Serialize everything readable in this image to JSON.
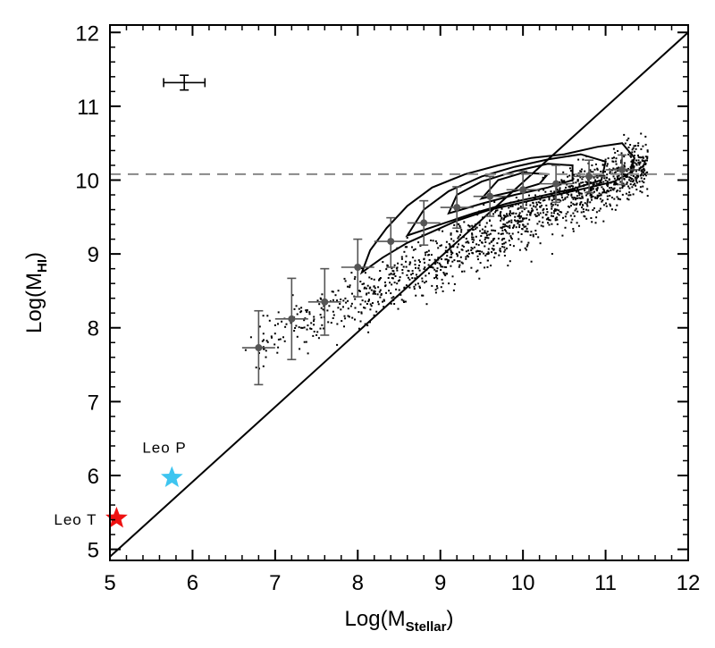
{
  "chart_data": {
    "type": "scatter",
    "xlabel": {
      "main": "Log(M",
      "sub": "Stellar",
      "close": ")"
    },
    "ylabel": {
      "main": "Log(M",
      "sub": "HI",
      "close": ")"
    },
    "xlim": [
      5,
      12
    ],
    "ylim": [
      4.85,
      12.1
    ],
    "xticks": [
      5,
      6,
      7,
      8,
      9,
      10,
      11,
      12
    ],
    "yticks": [
      5,
      6,
      7,
      8,
      9,
      10,
      11,
      12
    ],
    "grid": false,
    "one_to_one_line": {
      "from": [
        5,
        4.9
      ],
      "to": [
        12,
        12.0
      ]
    },
    "hline_dashed": {
      "y": 10.08,
      "color": "#888888"
    },
    "binned_means": [
      {
        "x": 6.8,
        "y": 7.73,
        "xerr": 0.2,
        "yerr_lo": 0.5,
        "yerr_hi": 0.5
      },
      {
        "x": 7.2,
        "y": 8.12,
        "xerr": 0.2,
        "yerr_lo": 0.55,
        "yerr_hi": 0.55
      },
      {
        "x": 7.6,
        "y": 8.35,
        "xerr": 0.2,
        "yerr_lo": 0.45,
        "yerr_hi": 0.45
      },
      {
        "x": 8.0,
        "y": 8.82,
        "xerr": 0.2,
        "yerr_lo": 0.4,
        "yerr_hi": 0.38
      },
      {
        "x": 8.4,
        "y": 9.17,
        "xerr": 0.2,
        "yerr_lo": 0.35,
        "yerr_hi": 0.32
      },
      {
        "x": 8.8,
        "y": 9.42,
        "xerr": 0.2,
        "yerr_lo": 0.3,
        "yerr_hi": 0.3
      },
      {
        "x": 9.2,
        "y": 9.63,
        "xerr": 0.2,
        "yerr_lo": 0.28,
        "yerr_hi": 0.28
      },
      {
        "x": 9.6,
        "y": 9.78,
        "xerr": 0.2,
        "yerr_lo": 0.27,
        "yerr_hi": 0.27
      },
      {
        "x": 10.0,
        "y": 9.87,
        "xerr": 0.2,
        "yerr_lo": 0.25,
        "yerr_hi": 0.25
      },
      {
        "x": 10.4,
        "y": 9.95,
        "xerr": 0.2,
        "yerr_lo": 0.25,
        "yerr_hi": 0.25
      },
      {
        "x": 10.8,
        "y": 10.05,
        "xerr": 0.2,
        "yerr_lo": 0.22,
        "yerr_hi": 0.22
      },
      {
        "x": 11.2,
        "y": 10.14,
        "xerr": 0.2,
        "yerr_lo": 0.2,
        "yerr_hi": 0.2
      }
    ],
    "typical_error_bar": {
      "x": 5.9,
      "y": 11.32,
      "xerr": 0.25,
      "yerr": 0.1
    },
    "galaxies": [
      {
        "label": "Leo P",
        "x": 5.75,
        "y": 5.97,
        "color": "#3ec5f0"
      },
      {
        "label": "Leo T",
        "x": 5.08,
        "y": 5.42,
        "color": "#ee1111"
      }
    ],
    "contours": [
      [
        [
          8.05,
          8.75
        ],
        [
          8.3,
          8.95
        ],
        [
          8.6,
          9.15
        ],
        [
          8.9,
          9.3
        ],
        [
          9.2,
          9.45
        ],
        [
          9.6,
          9.6
        ],
        [
          10.0,
          9.7
        ],
        [
          10.4,
          9.8
        ],
        [
          10.8,
          9.9
        ],
        [
          11.1,
          9.98
        ],
        [
          11.3,
          10.1
        ],
        [
          11.35,
          10.3
        ],
        [
          11.2,
          10.5
        ],
        [
          10.9,
          10.45
        ],
        [
          10.5,
          10.35
        ],
        [
          10.1,
          10.3
        ],
        [
          9.7,
          10.2
        ],
        [
          9.3,
          10.08
        ],
        [
          8.9,
          9.9
        ],
        [
          8.6,
          9.65
        ],
        [
          8.35,
          9.35
        ],
        [
          8.15,
          9.05
        ],
        [
          8.05,
          8.75
        ]
      ],
      [
        [
          8.6,
          9.25
        ],
        [
          9.0,
          9.4
        ],
        [
          9.4,
          9.55
        ],
        [
          9.8,
          9.68
        ],
        [
          10.2,
          9.78
        ],
        [
          10.6,
          9.88
        ],
        [
          10.95,
          10.0
        ],
        [
          11.0,
          10.25
        ],
        [
          10.7,
          10.35
        ],
        [
          10.3,
          10.28
        ],
        [
          9.9,
          10.18
        ],
        [
          9.5,
          10.05
        ],
        [
          9.1,
          9.85
        ],
        [
          8.8,
          9.6
        ],
        [
          8.6,
          9.25
        ]
      ],
      [
        [
          9.1,
          9.55
        ],
        [
          9.5,
          9.68
        ],
        [
          9.9,
          9.8
        ],
        [
          10.3,
          9.9
        ],
        [
          10.6,
          10.0
        ],
        [
          10.6,
          10.2
        ],
        [
          10.3,
          10.22
        ],
        [
          9.9,
          10.12
        ],
        [
          9.5,
          9.98
        ],
        [
          9.2,
          9.8
        ],
        [
          9.1,
          9.55
        ]
      ],
      [
        [
          9.5,
          9.75
        ],
        [
          9.9,
          9.85
        ],
        [
          10.2,
          9.95
        ],
        [
          10.3,
          10.08
        ],
        [
          10.0,
          10.1
        ],
        [
          9.7,
          10.0
        ],
        [
          9.5,
          9.75
        ]
      ]
    ]
  }
}
